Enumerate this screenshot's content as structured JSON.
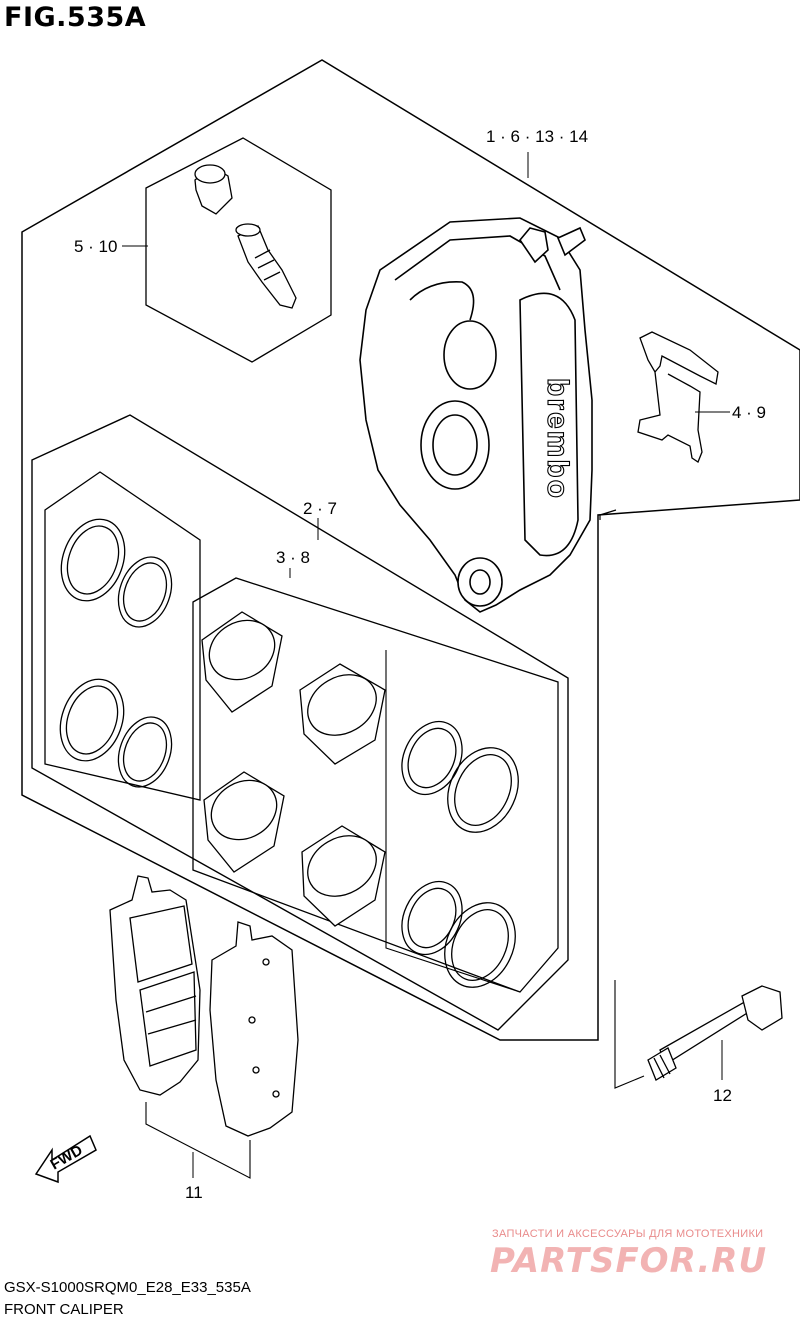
{
  "figure": {
    "title": "FIG.535A"
  },
  "callouts": {
    "caliper_assembly": "1 · 6 · 13 · 14",
    "bleeder": "5 · 10",
    "pad_spring": "4 · 9",
    "seal_set": "2 · 7",
    "piston_set": "3 · 8",
    "bolt": "12",
    "pads": "11"
  },
  "caliper_brand": "brembo",
  "fwd_label": "FWD",
  "footer": {
    "model_code": "GSX-S1000SRQM0_E28_E33_535A",
    "caption": "FRONT CALIPER"
  },
  "watermark": {
    "tagline": "ЗАПЧАСТИ И АКСЕССУАРЫ ДЛЯ МОТОТЕХНИКИ",
    "logo": "PARTSFOR.RU"
  }
}
